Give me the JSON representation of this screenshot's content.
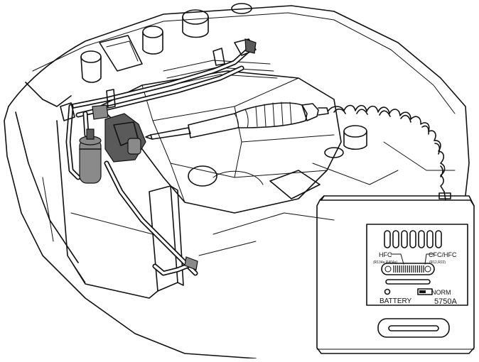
{
  "leak_detector": {
    "model": "5750A",
    "label_hfc": "HFC",
    "label_hfc_sub": "(R134a,R404a)",
    "label_cfc": "CFC/HFC",
    "label_cfc_sub": "(R12,R22)",
    "label_battery": "BATTERY",
    "label_norm": "NORM"
  }
}
